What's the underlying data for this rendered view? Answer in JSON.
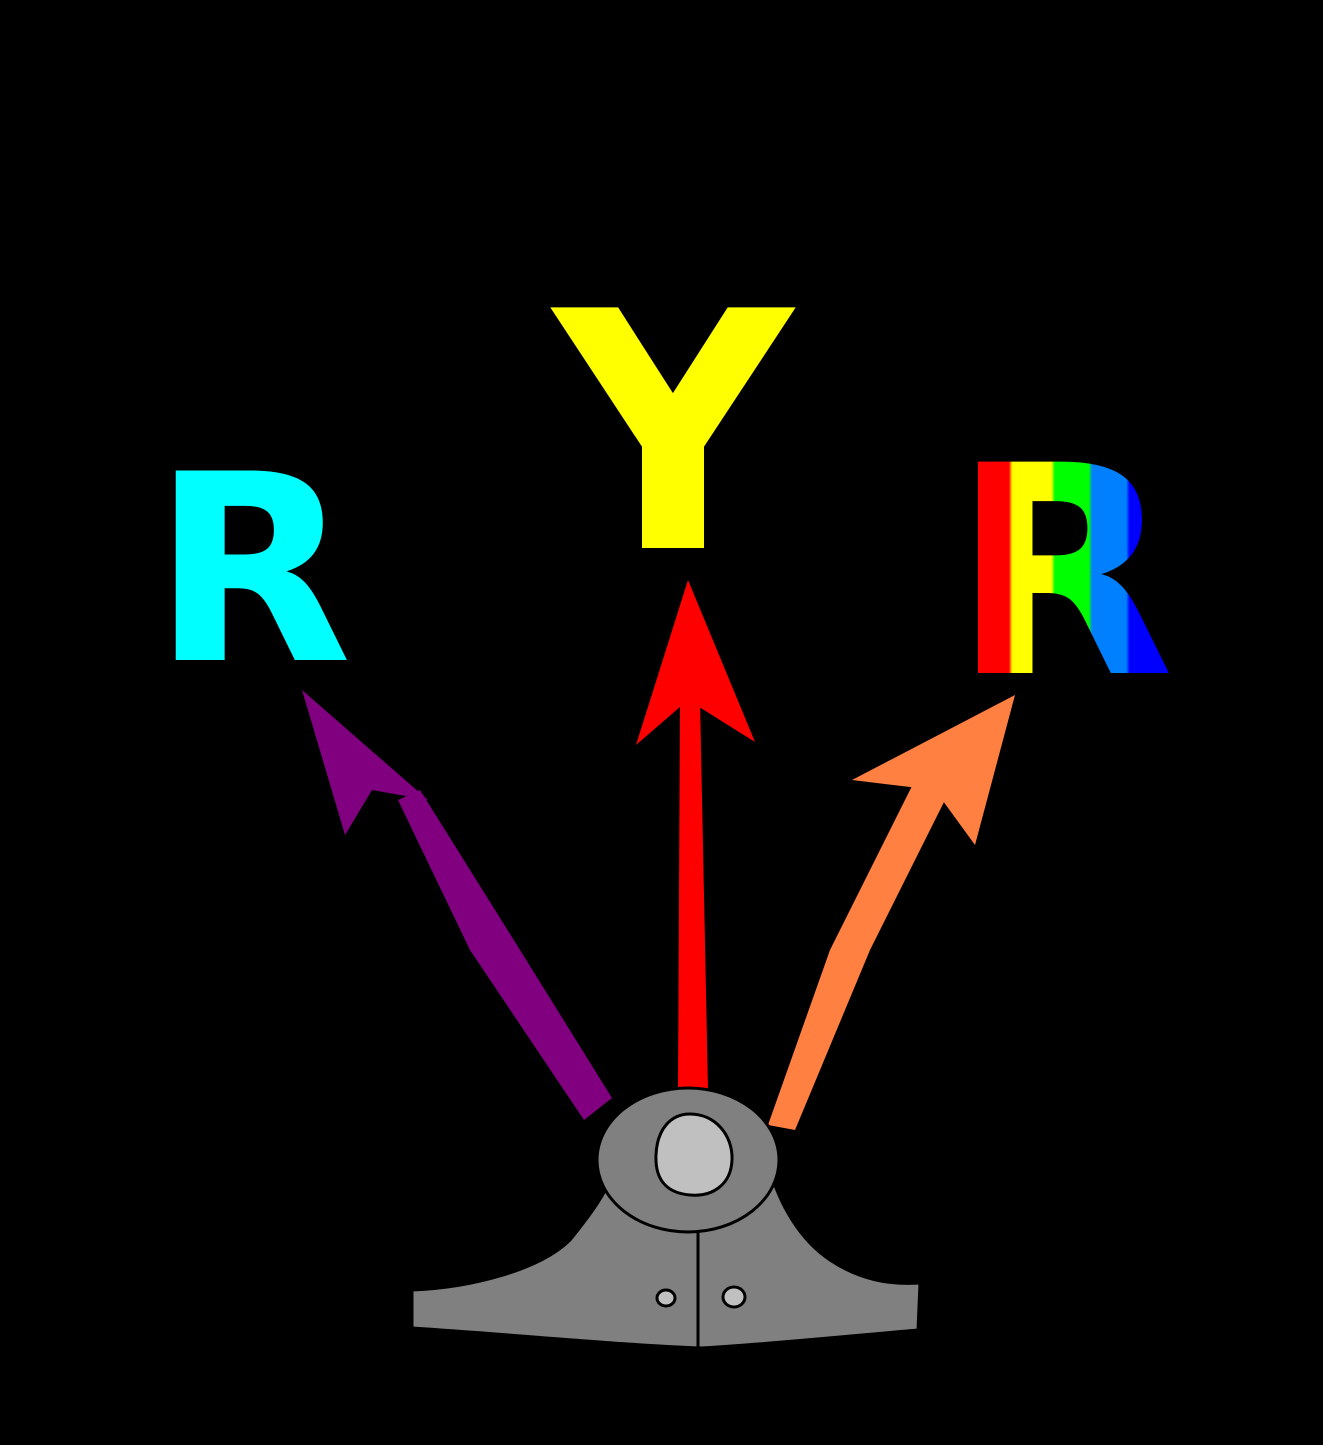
{
  "labels": {
    "left": "R",
    "center": "Y",
    "right": "R"
  },
  "colors": {
    "background": "#000000",
    "left_letter": "#00ffff",
    "center_letter": "#ffff00",
    "left_arrow": "#800080",
    "center_arrow": "#ff0000",
    "right_arrow": "#ff8040",
    "base_body": "#808080",
    "base_knob": "#c0c0c0",
    "outline": "#000000",
    "rainbow": [
      "#ff0000",
      "#ffff00",
      "#00ff00",
      "#0080ff",
      "#0000ff"
    ]
  },
  "icons": {
    "base": "pivot-base-icon",
    "left_arrow": "arrow-up-left-icon",
    "center_arrow": "arrow-up-icon",
    "right_arrow": "arrow-up-right-icon"
  }
}
